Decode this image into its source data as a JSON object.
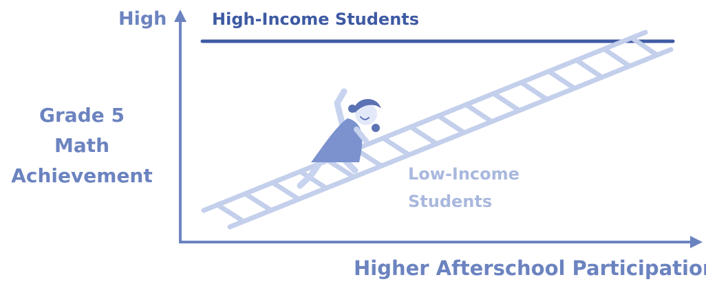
{
  "y_axis": {
    "high_label": "High",
    "label_lines": [
      "Grade 5",
      "Math",
      "Achievement"
    ]
  },
  "x_axis": {
    "label": "Higher Afterschool Participation"
  },
  "series": {
    "high_income": {
      "label": "High-Income Students",
      "color": "#3e5aa3"
    },
    "low_income": {
      "label_lines": [
        "Low-Income",
        "Students"
      ],
      "color": "#a9b8dd"
    }
  },
  "colors": {
    "axis": "#6b83bf",
    "ladder": "#c3cfeb",
    "girl_dress": "#7b92ce",
    "girl_skin": "#c7d3ef",
    "girl_hair": "#5b72b4"
  },
  "illustration": {
    "figure": "girl-climbing-ladder-icon",
    "ladder": "ladder-icon"
  }
}
